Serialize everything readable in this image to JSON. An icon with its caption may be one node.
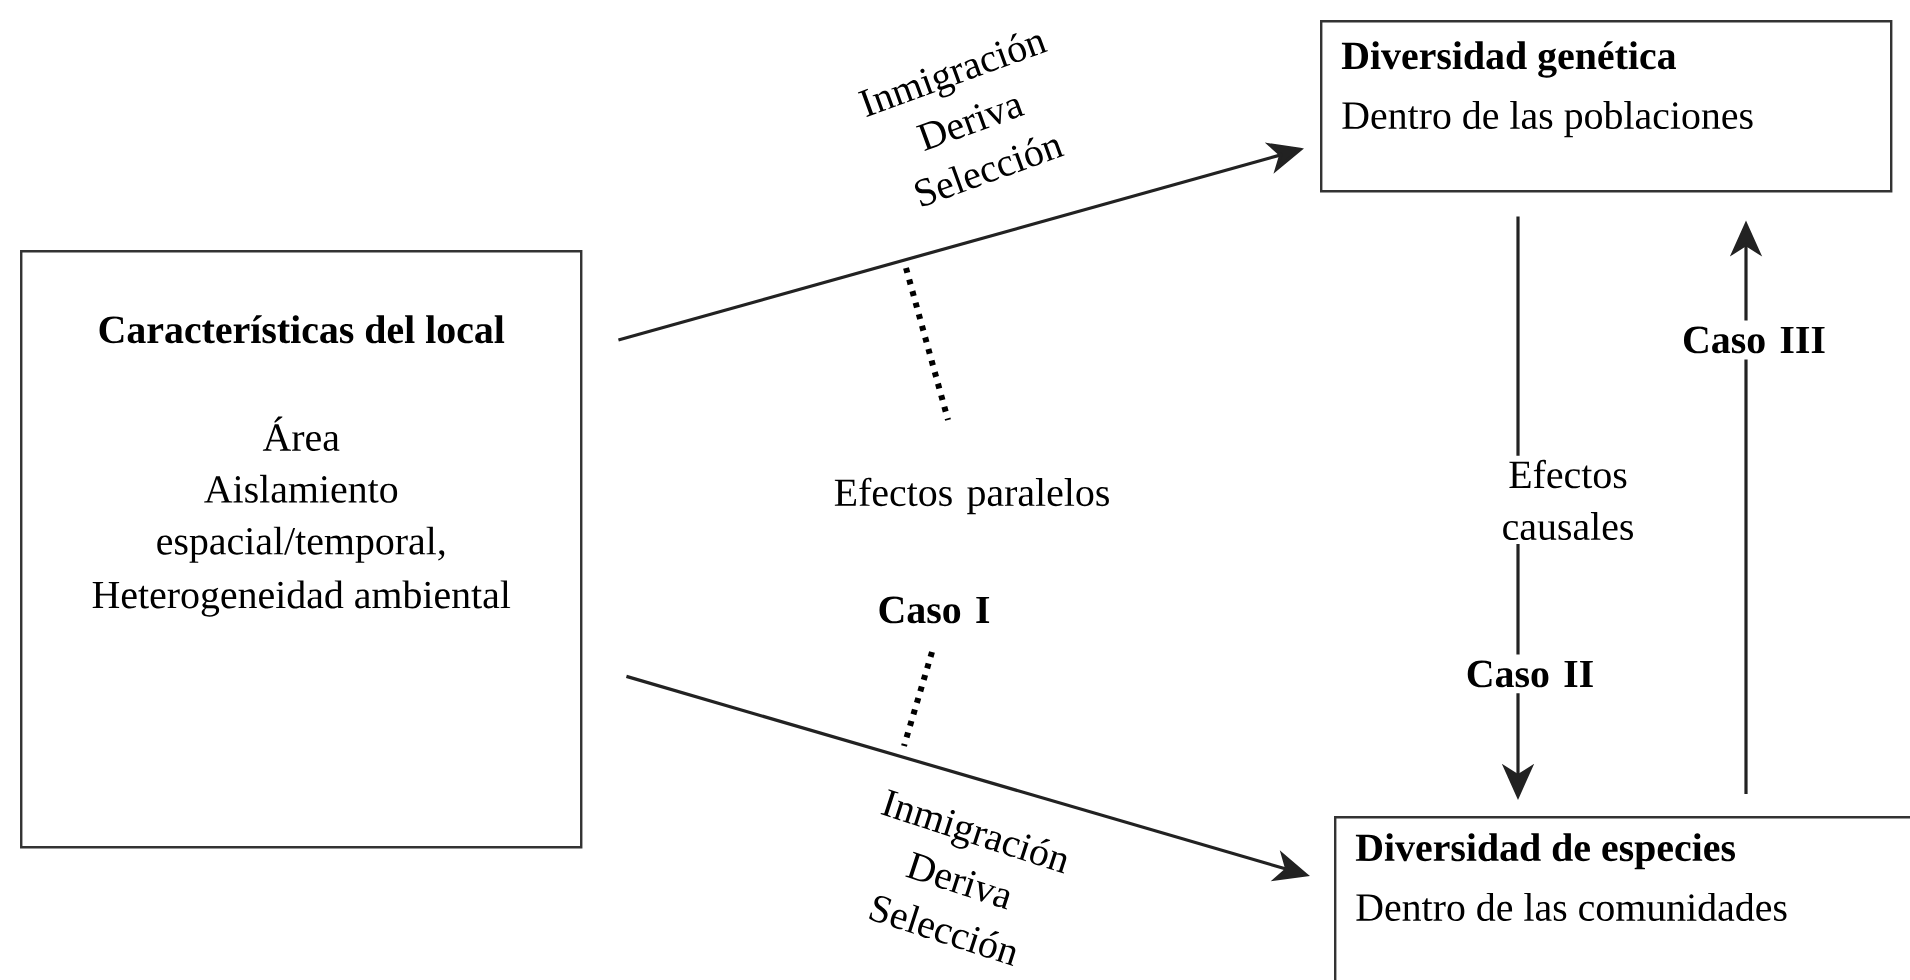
{
  "diagram": {
    "nodes": [
      {
        "text": [
          "Características del local",
          "Área",
          "Aislamiento espacial/temporal,",
          "Heterogeneidad ambiental"
        ]
      },
      {
        "text": [
          "Diversidad genética",
          "Dentro de las poblaciones"
        ]
      },
      {
        "text": [
          "Diversidad de especies",
          "Dentro de las comunidades"
        ]
      }
    ],
    "edges": [
      {
        "from": 0,
        "to": 1,
        "arrow": "to",
        "label": "Inmigración Deriva Selección"
      },
      {
        "from": 0,
        "to": 2,
        "arrow": "to",
        "label": "Inmigración Deriva Selección"
      },
      {
        "from": 1,
        "to": 2,
        "arrow": "to",
        "label": "Caso II"
      },
      {
        "from": 2,
        "to": 1,
        "arrow": "to",
        "label": "Caso III"
      }
    ],
    "labels": [
      "Efectos paralelos",
      "Caso I",
      "Efectos causales"
    ]
  }
}
